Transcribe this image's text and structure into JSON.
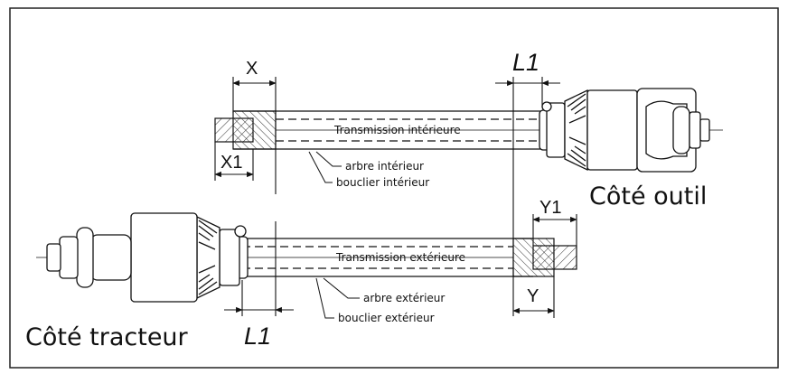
{
  "dimensions": {
    "x": "X",
    "x1": "X1",
    "y": "Y",
    "y1": "Y1",
    "l1": "L1"
  },
  "top_shaft": {
    "title": "Transmission intérieure",
    "callout_shaft": "arbre intérieur",
    "callout_shield": "bouclier intérieur",
    "side": "Côté outil"
  },
  "bottom_shaft": {
    "title": "Transmission extérieure",
    "callout_shaft": "arbre extérieur",
    "callout_shield": "bouclier extérieur",
    "side": "Côté tracteur"
  }
}
